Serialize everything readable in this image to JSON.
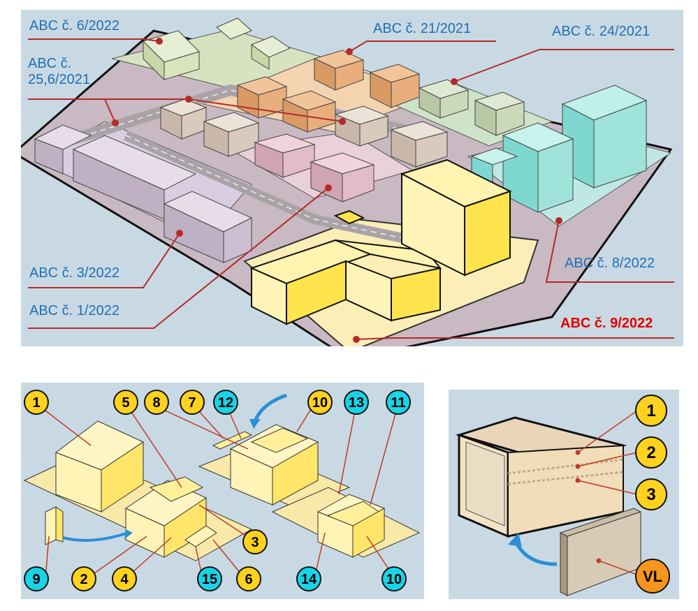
{
  "colors": {
    "panel_bg": "#c9d9e3",
    "label_blue": "#1e6fb5",
    "label_red": "#e00000",
    "leader_line": "#b42a2a",
    "badge_yellow": "#ffd21f",
    "badge_cyan": "#19d3e6",
    "badge_orange": "#f7941d",
    "highlight_yellow": "#ffe44d"
  },
  "top_panel": {
    "labels": {
      "abc_6_2022": "ABC č. 6/2022",
      "abc_25_6_2021": "ABC č.\n25,6/2021",
      "abc_21_2021": "ABC č. 21/2021",
      "abc_24_2021": "ABC č. 24/2021",
      "abc_3_2022": "ABC č. 3/2022",
      "abc_1_2022": "ABC č. 1/2022",
      "abc_8_2022": "ABC č. 8/2022",
      "abc_9_2022": "ABC č. 9/2022"
    }
  },
  "bottom_left_panel": {
    "badges": {
      "b1": "1",
      "b5": "5",
      "b8": "8",
      "b7": "7",
      "b12": "12",
      "b10a": "10",
      "b13": "13",
      "b11": "11",
      "b3": "3",
      "b9": "9",
      "b2": "2",
      "b4": "4",
      "b15": "15",
      "b6": "6",
      "b14": "14",
      "b10b": "10"
    }
  },
  "bottom_right_panel": {
    "badges": {
      "b1": "1",
      "b2": "2",
      "b3": "3",
      "bvl": "VL"
    }
  }
}
